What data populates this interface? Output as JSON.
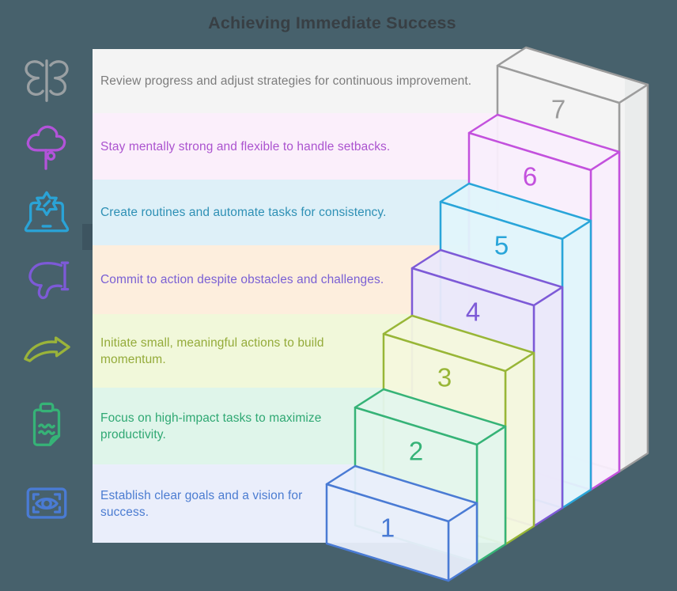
{
  "title": "Achieving Immediate Success",
  "colors": {
    "background": "#47616c",
    "panel": "#ffffff",
    "title_text": "#383f44",
    "left_tab": "#3d5460"
  },
  "rows": [
    {
      "icon": "butterfly-icon",
      "text": "Review progress and adjust strategies for continuous improvement.",
      "band_color": "#f4f4f4",
      "text_color": "#7c7c7c",
      "icon_color": "#9aa0a3",
      "step": 7
    },
    {
      "icon": "mind-tree-icon",
      "text": "Stay mentally strong and flexible to handle setbacks.",
      "band_color": "#fbeffb",
      "text_color": "#ab53cf",
      "icon_color": "#b253d9",
      "step": 6
    },
    {
      "icon": "laptop-gear-icon",
      "text": "Create routines and automate tasks for consistency.",
      "band_color": "#def0f8",
      "text_color": "#2e90b5",
      "icon_color": "#2aa3d6",
      "step": 5
    },
    {
      "icon": "thumbs-down-icon",
      "text": "Commit to action despite obstacles and challenges.",
      "band_color": "#fdeedd",
      "text_color": "#7a60d4",
      "icon_color": "#7d5ad7",
      "step": 4
    },
    {
      "icon": "swoosh-arrow-icon",
      "text": "Initiate small, meaningful actions to build momentum.",
      "band_color": "#f1f8da",
      "text_color": "#94ab3a",
      "icon_color": "#9ab33a",
      "step": 3
    },
    {
      "icon": "clipboard-icon",
      "text": "Focus on high-impact tasks to maximize productivity.",
      "band_color": "#dff5ea",
      "text_color": "#2fa873",
      "icon_color": "#36b377",
      "step": 2
    },
    {
      "icon": "eye-vision-icon",
      "text": "Establish clear goals and a vision for success.",
      "band_color": "#eaeefb",
      "text_color": "#4b7cd1",
      "icon_color": "#4a7bd4",
      "step": 1
    }
  ],
  "steps": [
    {
      "number": "1",
      "color": "#4a7bd4",
      "fill": "#e9eefb"
    },
    {
      "number": "2",
      "color": "#36b377",
      "fill": "#e3f6ec"
    },
    {
      "number": "3",
      "color": "#98b637",
      "fill": "#f4f8dd"
    },
    {
      "number": "4",
      "color": "#7d5ad7",
      "fill": "#ebe8fa"
    },
    {
      "number": "5",
      "color": "#29a5d9",
      "fill": "#e0f4fb"
    },
    {
      "number": "6",
      "color": "#c351dd",
      "fill": "#f9eefc"
    },
    {
      "number": "7",
      "color": "#9c9c9c",
      "fill": "#f3f3f3"
    }
  ]
}
